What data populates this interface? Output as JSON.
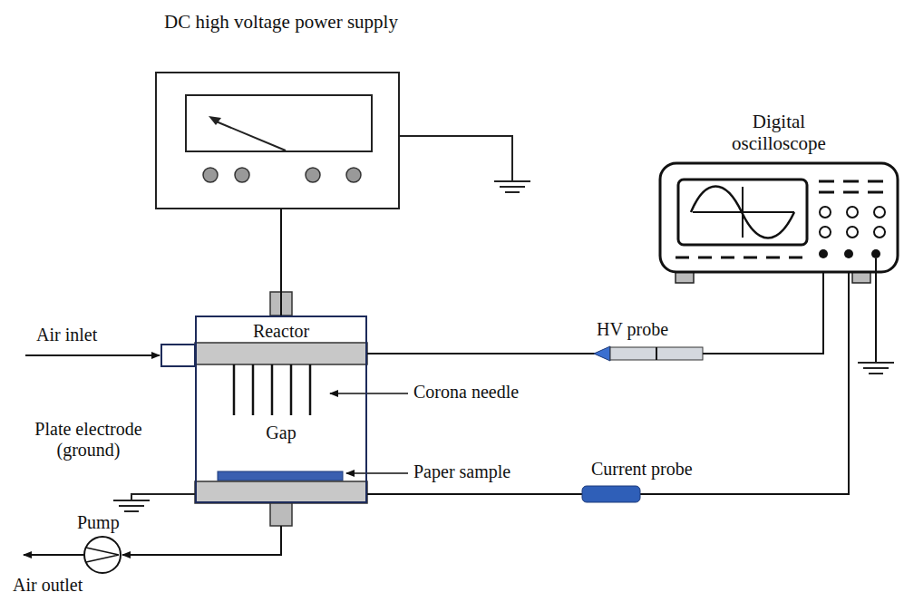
{
  "diagram": {
    "nodes": [
      {
        "text": [
          "DC high voltage power supply"
        ]
      },
      {
        "text": [
          "Digital oscilloscope"
        ]
      },
      {
        "text": [
          "Reactor"
        ]
      }
    ],
    "edges": [
      {
        "from": 0,
        "to": 2,
        "arrow": "none"
      },
      {
        "from": 2,
        "to": 1,
        "label": "HV probe",
        "arrow": "none"
      },
      {
        "from": 2,
        "to": 1,
        "label": "Current probe",
        "arrow": "none"
      }
    ],
    "labels": [
      "Air inlet",
      "Corona needle",
      "Gap",
      "Plate electrode (ground)",
      "Paper sample",
      "Pump",
      "Air outlet"
    ]
  }
}
